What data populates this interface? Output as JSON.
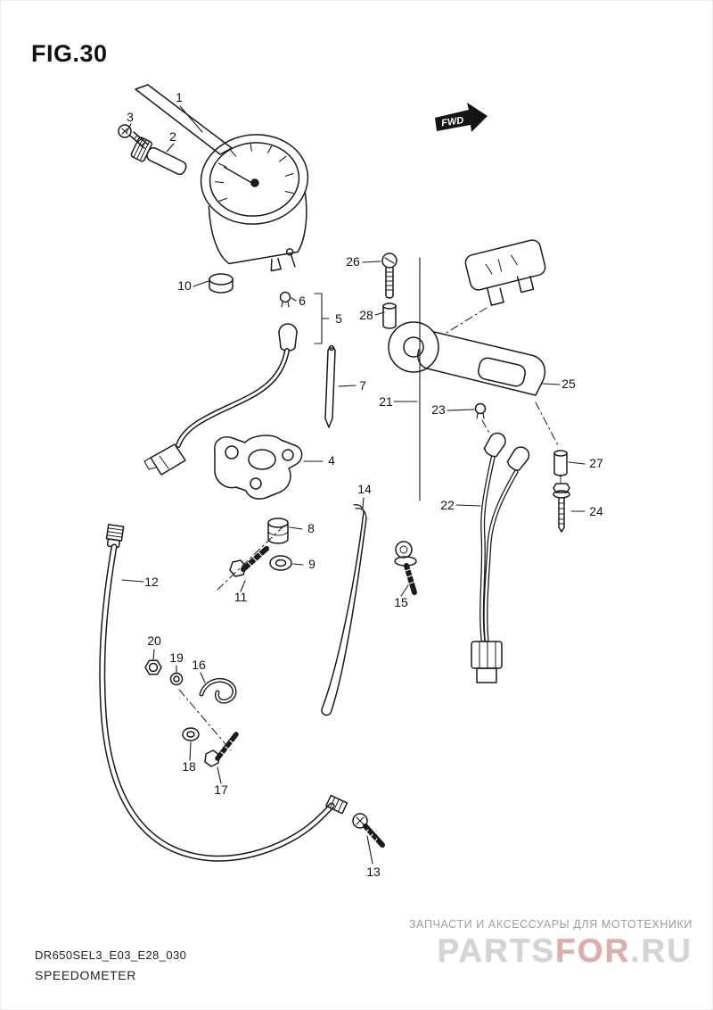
{
  "figure": {
    "title": "FIG.30",
    "code": "DR650SEL3_E03_E28_030",
    "name": "SPEEDOMETER",
    "fwd_label": "FWD"
  },
  "watermark": {
    "tagline": "ЗАПЧАСТИ И АКСЕССУАРЫ ДЛЯ МОТОТЕХНИКИ",
    "brand_part1": "PARTS",
    "brand_part2": "FOR",
    "brand_part3": ".RU"
  },
  "parts": [
    {
      "num": "1"
    },
    {
      "num": "2"
    },
    {
      "num": "3"
    },
    {
      "num": "4"
    },
    {
      "num": "5"
    },
    {
      "num": "6"
    },
    {
      "num": "7"
    },
    {
      "num": "8"
    },
    {
      "num": "9"
    },
    {
      "num": "10"
    },
    {
      "num": "11"
    },
    {
      "num": "12"
    },
    {
      "num": "13"
    },
    {
      "num": "14"
    },
    {
      "num": "15"
    },
    {
      "num": "16"
    },
    {
      "num": "17"
    },
    {
      "num": "18"
    },
    {
      "num": "19"
    },
    {
      "num": "20"
    },
    {
      "num": "21"
    },
    {
      "num": "22"
    },
    {
      "num": "23"
    },
    {
      "num": "24"
    },
    {
      "num": "25"
    },
    {
      "num": "26"
    },
    {
      "num": "27"
    },
    {
      "num": "28"
    }
  ]
}
